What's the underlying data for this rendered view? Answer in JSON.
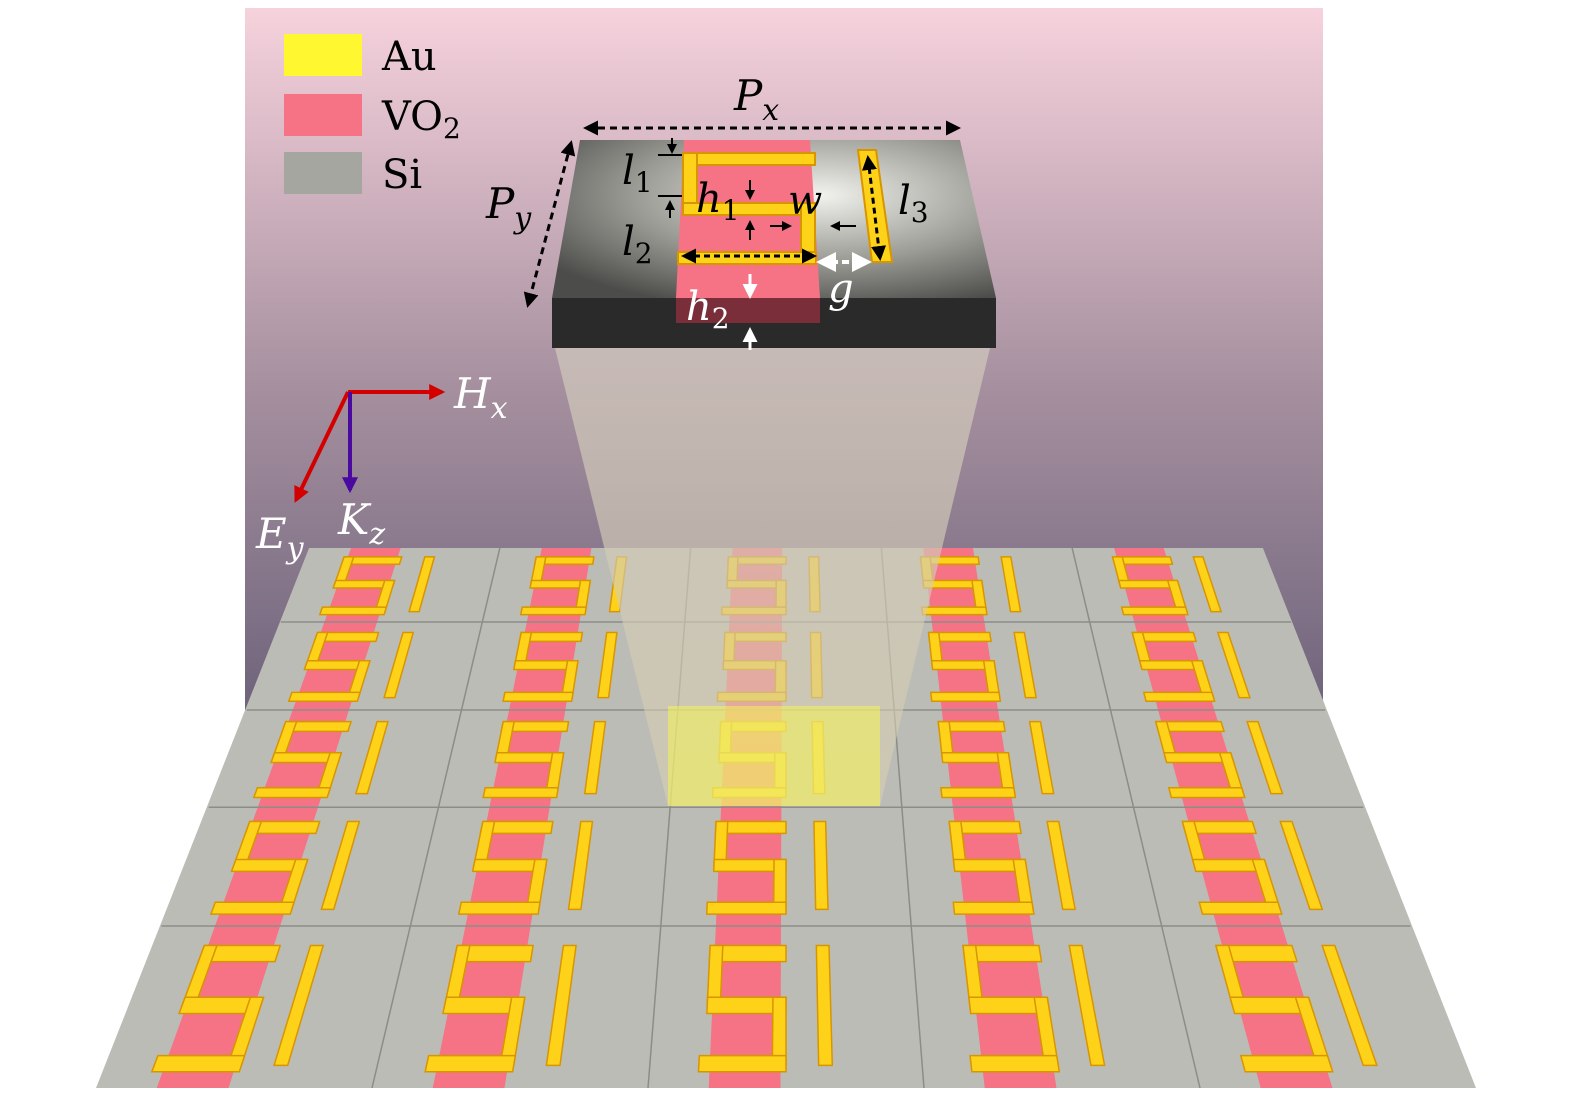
{
  "legend": {
    "items": [
      {
        "label": "Au",
        "sub": "",
        "color": "#fff830"
      },
      {
        "label": "VO",
        "sub": "2",
        "color": "#f57384"
      },
      {
        "label": "Si",
        "sub": "",
        "color": "#a6a6a0"
      }
    ]
  },
  "dimensions": {
    "px": {
      "main": "P",
      "sub": "x"
    },
    "py": {
      "main": "P",
      "sub": "y"
    },
    "l1": {
      "main": "l",
      "sub": "1"
    },
    "l2": {
      "main": "l",
      "sub": "2"
    },
    "l3": {
      "main": "l",
      "sub": "3"
    },
    "h1": {
      "main": "h",
      "sub": "1"
    },
    "h2": {
      "main": "h",
      "sub": "2"
    },
    "w": "w",
    "g": "g"
  },
  "axes": {
    "hx": {
      "main": "H",
      "sub": "x"
    },
    "ey": {
      "main": "E",
      "sub": "y"
    },
    "kz": {
      "main": "K",
      "sub": "z"
    }
  },
  "colors": {
    "gold": "#ffd21a",
    "gold_dark": "#d79500",
    "vo2": "#f57384",
    "si_tile": "#bcbcb6",
    "e_arrow": "#d40000",
    "h_arrow": "#d40000",
    "k_arrow": "#4a0aa0",
    "highlight": "#ffff40"
  }
}
